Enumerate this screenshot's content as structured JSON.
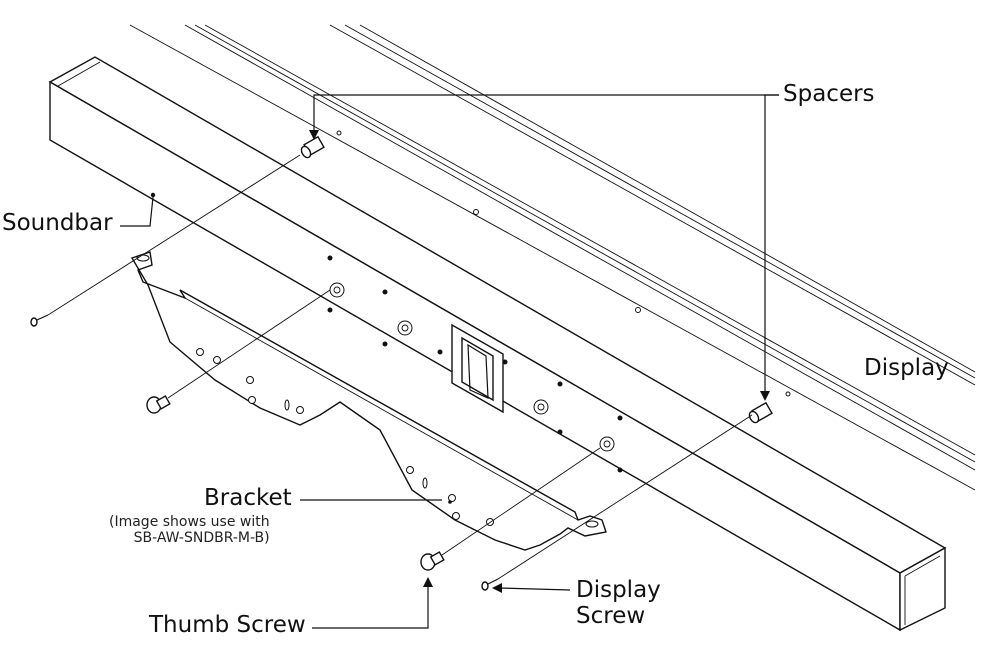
{
  "labels": {
    "soundbar": "Soundbar",
    "spacers": "Spacers",
    "display": "Display",
    "bracket": "Bracket",
    "bracket_note_line1": "(Image shows use with",
    "bracket_note_line2": "SB-AW-SNDBR-M-B)",
    "display_screw_line1": "Display",
    "display_screw_line2": "Screw",
    "thumb_screw": "Thumb Screw"
  }
}
